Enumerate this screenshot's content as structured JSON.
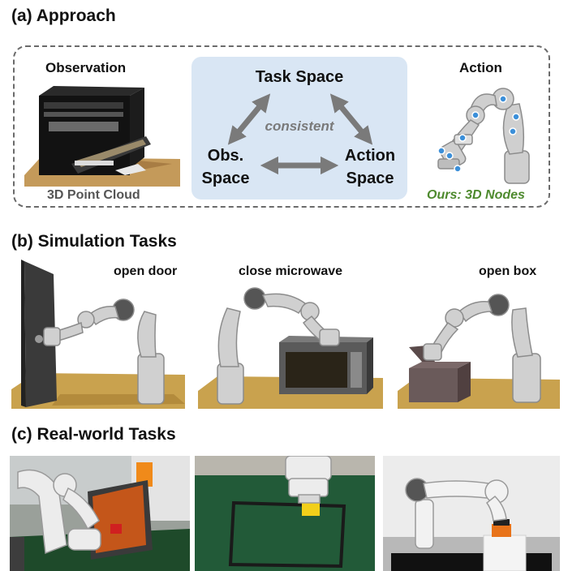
{
  "sections": {
    "approach_title": "(a) Approach",
    "simulation_title": "(b) Simulation Tasks",
    "realworld_title": "(c) Real-world Tasks"
  },
  "approach": {
    "observation_label": "Observation",
    "point_cloud_caption": "3D Point Cloud",
    "task_space": "Task Space",
    "consistent": "consistent",
    "obs_space_line1": "Obs.",
    "obs_space_line2": "Space",
    "action_space_line1": "Action",
    "action_space_line2": "Space",
    "action_label": "Action",
    "nodes_caption": "Ours: 3D Nodes"
  },
  "simulation": {
    "tasks": [
      "open door",
      "close microwave",
      "open box"
    ]
  },
  "colors": {
    "panel_bg": "#d9e6f4",
    "arrow": "#7a7a7a",
    "nodes_caption": "#4e8a2e",
    "point_cloud_caption": "#555555",
    "node_dot": "#3b8fd9"
  }
}
